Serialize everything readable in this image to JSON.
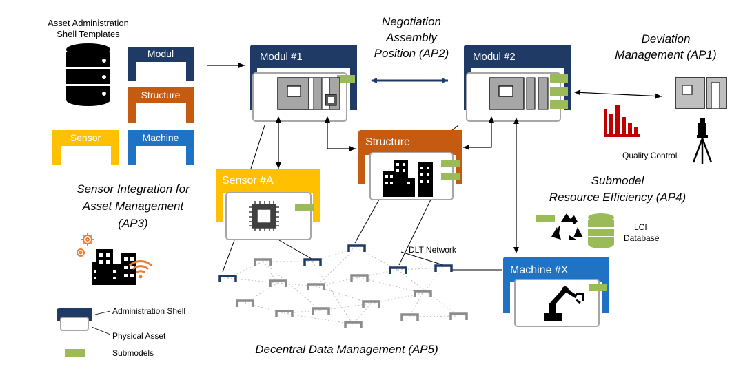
{
  "templates": {
    "heading": [
      "Asset Administration",
      "Shell Templates"
    ],
    "modul": "Modul",
    "structure": "Structure",
    "sensor": "Sensor",
    "machine": "Machine"
  },
  "shells": {
    "modul1": "Modul #1",
    "modul2": "Modul #2",
    "structure": "Structure",
    "sensor": "Sensor #A",
    "machine": "Machine #X"
  },
  "work_packages": {
    "negotiation": [
      "Negotiation",
      "Assembly",
      "Position (AP2)"
    ],
    "deviation": [
      "Deviation",
      "Management (AP1)"
    ],
    "sensor_integration": [
      "Sensor Integration for",
      "Asset Management",
      "(AP3)"
    ],
    "submodel_resource": [
      "Submodel",
      "Resource Efficiency (AP4)"
    ],
    "decentral": "Decentral Data Management (AP5)"
  },
  "labels": {
    "quality_control": "Quality Control",
    "lci_database": [
      "LCI",
      "Database"
    ],
    "dlt_network": "DLT Network"
  },
  "legend": {
    "admin_shell": "Administration Shell",
    "physical_asset": "Physical Asset",
    "submodels": "Submodels"
  },
  "colors": {
    "navy": "#1f3a64",
    "orange": "#c55a11",
    "yellow": "#ffc000",
    "blue": "#1f72c4",
    "green": "#9bbb59",
    "gray_node": "#8c8c8c",
    "chart_red": "#c00000"
  }
}
